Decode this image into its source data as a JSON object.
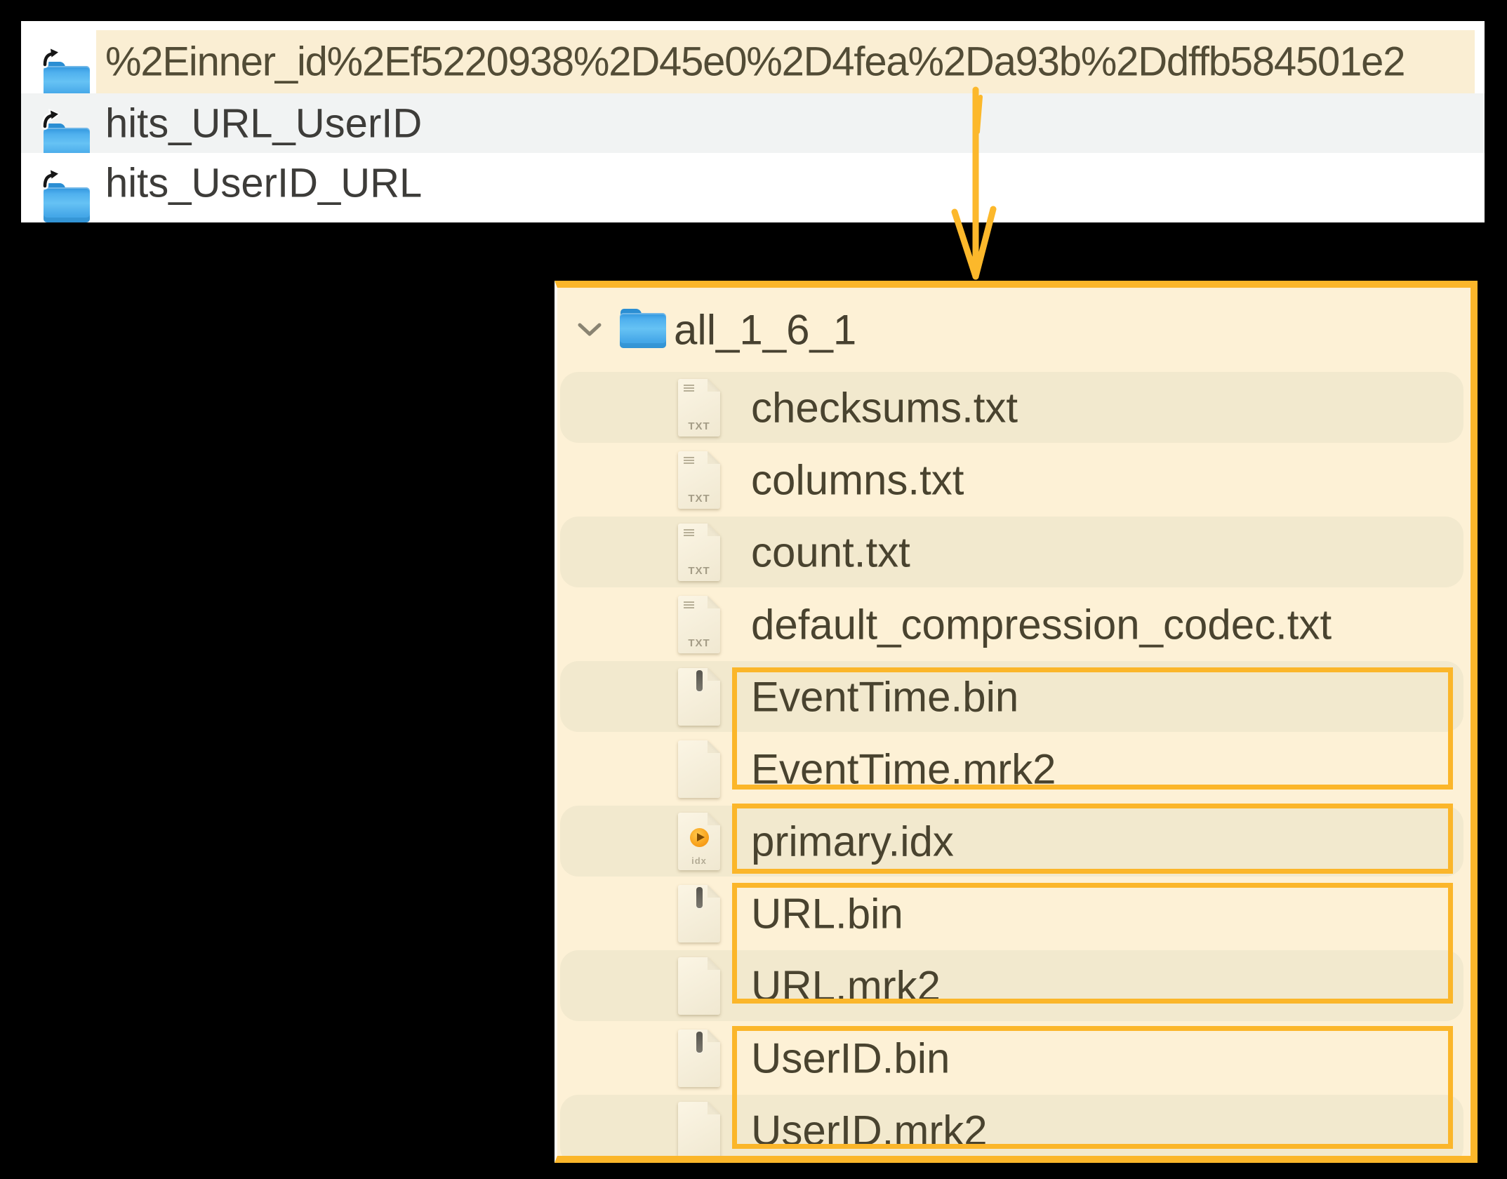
{
  "finder_list": {
    "rows": [
      {
        "name": "%2Einner_id%2Ef5220938%2D45e0%2D4fea%2Da93b%2Ddffb584501e2",
        "selected": true,
        "icon": "alias-folder-icon"
      },
      {
        "name": "hits_URL_UserID",
        "selected": false,
        "icon": "alias-folder-icon"
      },
      {
        "name": "hits_UserID_URL",
        "selected": false,
        "icon": "alias-folder-icon"
      }
    ]
  },
  "annotation": {
    "arrow": "down-arrow",
    "color": "#fbb62a",
    "boxes": [
      "EventTime.bin + EventTime.mrk2",
      "primary.idx",
      "URL.bin + URL.mrk2",
      "UserID.bin + UserID.mrk2"
    ]
  },
  "part_panel": {
    "folder_name": "all_1_6_1",
    "expanded": true,
    "rows": [
      {
        "name": "checksums.txt",
        "icon": "txt-file-icon"
      },
      {
        "name": "columns.txt",
        "icon": "txt-file-icon"
      },
      {
        "name": "count.txt",
        "icon": "txt-file-icon"
      },
      {
        "name": "default_compression_codec.txt",
        "icon": "txt-file-icon"
      },
      {
        "name": "EventTime.bin",
        "icon": "bin-file-icon"
      },
      {
        "name": "EventTime.mrk2",
        "icon": "mrk2-file-icon"
      },
      {
        "name": "primary.idx",
        "icon": "idx-file-icon"
      },
      {
        "name": "URL.bin",
        "icon": "bin-file-icon"
      },
      {
        "name": "URL.mrk2",
        "icon": "mrk2-file-icon"
      },
      {
        "name": "UserID.bin",
        "icon": "bin-file-icon"
      },
      {
        "name": "UserID.mrk2",
        "icon": "mrk2-file-icon"
      }
    ],
    "badges": {
      "txt": "TXT",
      "idx": "idx"
    }
  },
  "colors": {
    "annotation_orange": "#fbb62a",
    "selected_row_bg": "#faeed3",
    "alt_row_gray": "#f1f3f3",
    "panel_bg": "#fdf1d6",
    "panel_row_shaded": "#f2e9ce",
    "folder_blue": "#47a9e9",
    "idx_disc_orange": "#f9a51f"
  }
}
